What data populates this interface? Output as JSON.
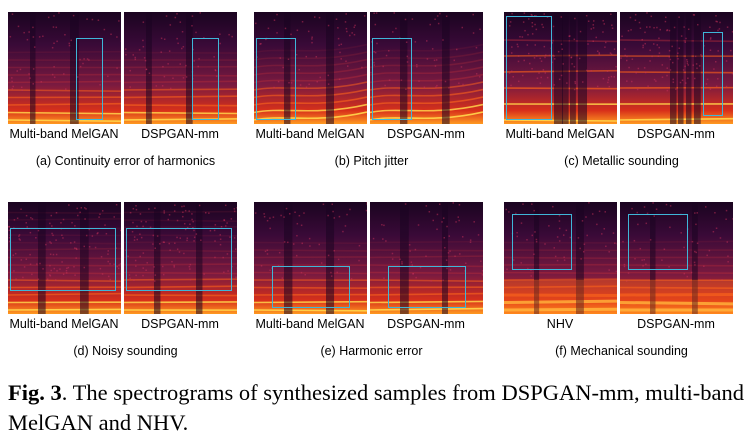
{
  "panels": [
    {
      "subcaption": "(a) Continuity error of harmonics",
      "pattern": "harmonics",
      "spectrograms": [
        {
          "label": "Multi-band MelGAN"
        },
        {
          "label": "DSPGAN-mm"
        }
      ]
    },
    {
      "subcaption": "(b) Pitch jitter",
      "pattern": "jitter",
      "spectrograms": [
        {
          "label": "Multi-band MelGAN"
        },
        {
          "label": "DSPGAN-mm"
        }
      ]
    },
    {
      "subcaption": "(c) Metallic sounding",
      "pattern": "metallic",
      "spectrograms": [
        {
          "label": "Multi-band MelGAN"
        },
        {
          "label": "DSPGAN-mm"
        }
      ]
    },
    {
      "subcaption": "(d) Noisy sounding",
      "pattern": "noisy",
      "spectrograms": [
        {
          "label": "Multi-band MelGAN"
        },
        {
          "label": "DSPGAN-mm"
        }
      ]
    },
    {
      "subcaption": "(e) Harmonic error",
      "pattern": "harmonic-error",
      "spectrograms": [
        {
          "label": "Multi-band MelGAN"
        },
        {
          "label": "DSPGAN-mm"
        }
      ]
    },
    {
      "subcaption": "(f) Mechanical sounding",
      "pattern": "mechanical",
      "spectrograms": [
        {
          "label": "NHV"
        },
        {
          "label": "DSPGAN-mm"
        }
      ]
    }
  ],
  "caption": {
    "fig_label": "Fig. 3",
    "text": ".   The spectrograms of synthesized samples from DSPGAN-mm, multi-band MelGAN and NHV."
  },
  "colors": {
    "background": "#1a0420",
    "mid": "#7a1a40",
    "hot": "#e0401a",
    "peak": "#ffcc40",
    "highlight_box": "#3fb6d8"
  }
}
